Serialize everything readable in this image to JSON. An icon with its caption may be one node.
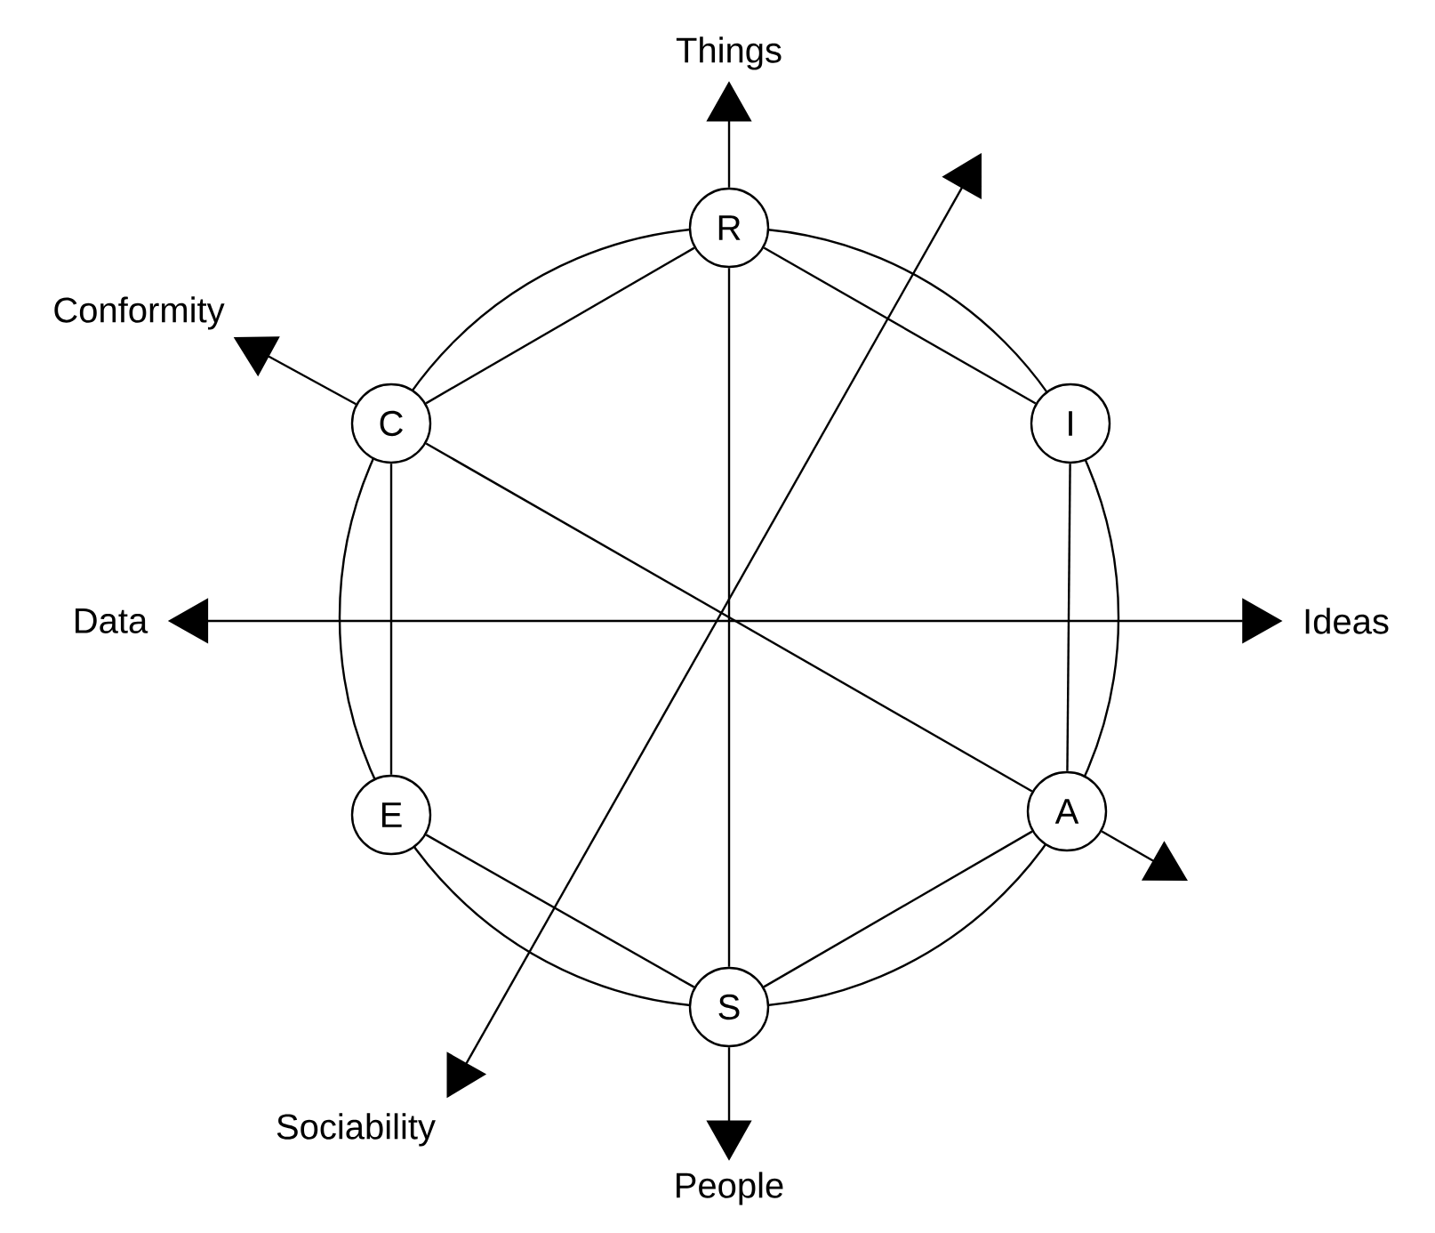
{
  "diagram": {
    "nodes": [
      {
        "text": [
          "Things"
        ]
      },
      {
        "text": [
          "R"
        ]
      },
      {
        "text": [
          "Conformity"
        ]
      },
      {
        "text": [
          "C"
        ]
      },
      {
        "text": [
          "I"
        ]
      },
      {
        "text": [
          "Data"
        ]
      },
      {
        "text": [
          "Ideas"
        ]
      },
      {
        "text": [
          "E"
        ]
      },
      {
        "text": [
          "A"
        ]
      },
      {
        "text": [
          "S"
        ]
      },
      {
        "text": [
          "Sociability"
        ]
      },
      {
        "text": [
          "People"
        ]
      }
    ],
    "edges": [
      {
        "from": 1,
        "to": 0,
        "arrow": "to"
      },
      {
        "from": 9,
        "to": 11,
        "arrow": "to"
      },
      {
        "from": 3,
        "to": 2,
        "arrow": "to"
      },
      {
        "from": 8,
        "to": null,
        "arrow": "to"
      },
      {
        "from": 5,
        "to": 6,
        "arrow": "both"
      },
      {
        "from": null,
        "to": 10,
        "arrow": "both"
      },
      {
        "from": 1,
        "to": 9,
        "arrow": "none"
      },
      {
        "from": 3,
        "to": 8,
        "arrow": "none"
      },
      {
        "from": 1,
        "to": 4,
        "arrow": "none"
      },
      {
        "from": 4,
        "to": 8,
        "arrow": "none"
      },
      {
        "from": 8,
        "to": 9,
        "arrow": "none"
      },
      {
        "from": 9,
        "to": 7,
        "arrow": "none"
      },
      {
        "from": 7,
        "to": 3,
        "arrow": "none"
      },
      {
        "from": 3,
        "to": 1,
        "arrow": "none"
      }
    ]
  }
}
